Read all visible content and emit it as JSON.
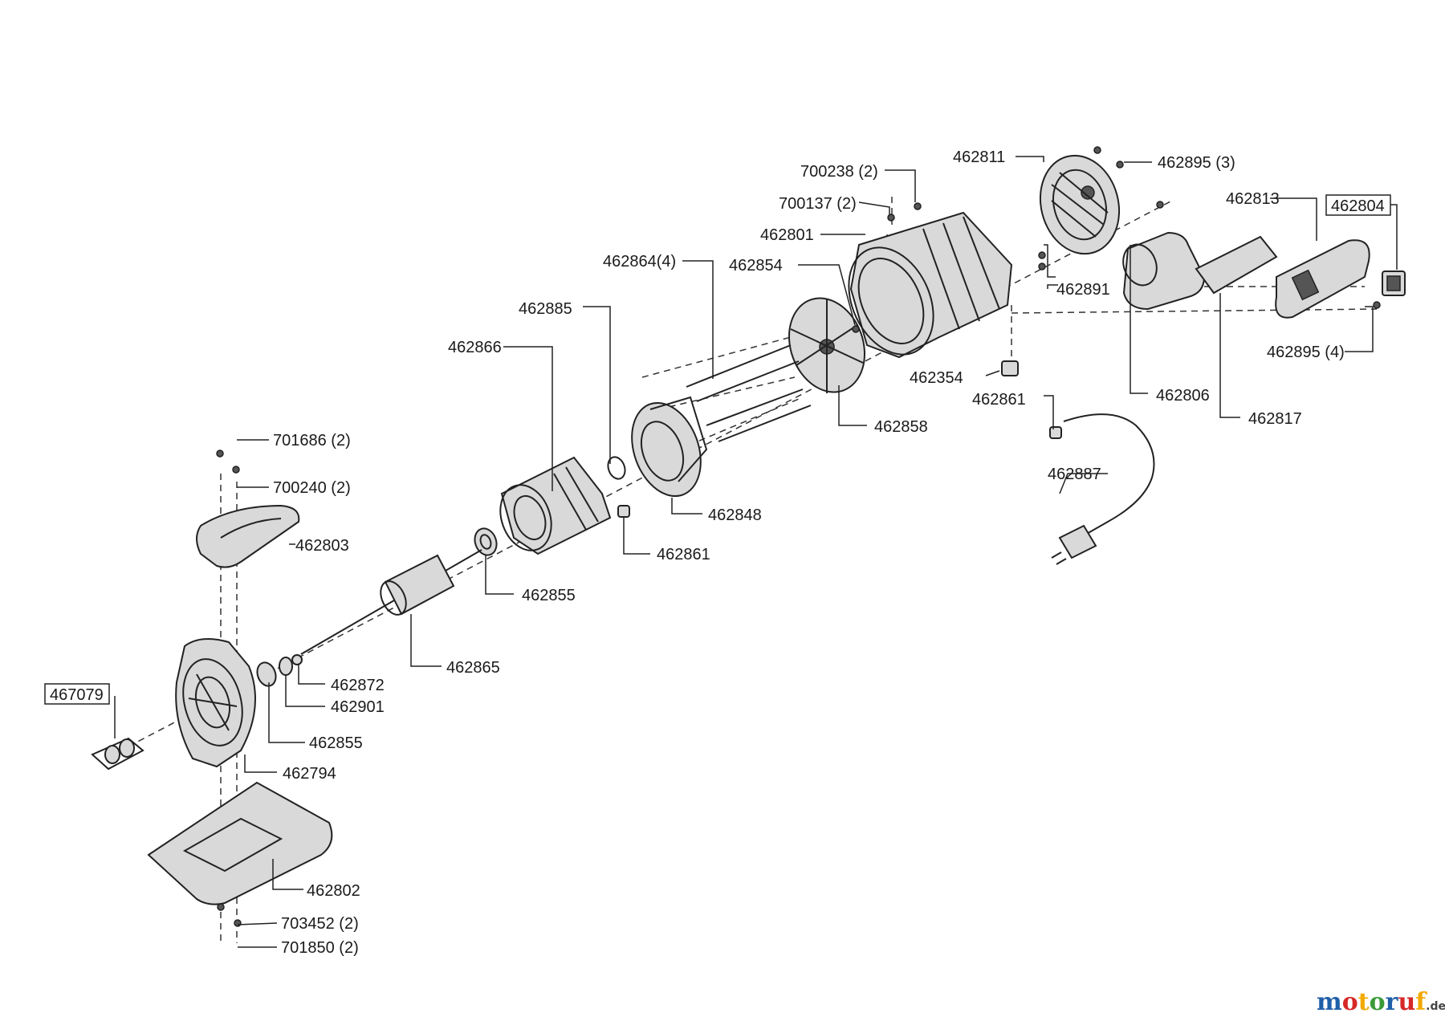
{
  "parts": {
    "p700238": "700238  (2)",
    "p700137": "700137 (2)",
    "p462811": "462811",
    "p462895_3": "462895 (3)",
    "p462813": "462813",
    "p462804": "462804",
    "p462801": "462801",
    "p462854": "462854",
    "p462864": "462864(4)",
    "p462891": "462891",
    "p462885": "462885",
    "p462866": "462866",
    "p462895_4": "462895 (4)",
    "p462354": "462354",
    "p462806": "462806",
    "p462861a": "462861",
    "p462817": "462817",
    "p462858": "462858",
    "p701686": "701686 (2)",
    "p462887": "462887",
    "p700240": "700240 (2)",
    "p462848": "462848",
    "p462803": "462803",
    "p462861b": "462861",
    "p462855a": "462855",
    "p462865": "462865",
    "p462872": "462872",
    "p467079": "467079",
    "p462901": "462901",
    "p462855b": "462855",
    "p462794": "462794",
    "p462802": "462802",
    "p703452": "703452 (2)",
    "p701850": "701850 (2)"
  },
  "watermark": {
    "brand": "motoruf",
    "suffix": ".de"
  },
  "colors": {
    "brand_m": "#1f5fa8",
    "brand_o1": "#d62828",
    "brand_t": "#f2a900",
    "brand_o2": "#3a9a3a",
    "brand_r": "#1f5fa8",
    "brand_u": "#d62828",
    "brand_f": "#f2a900"
  }
}
